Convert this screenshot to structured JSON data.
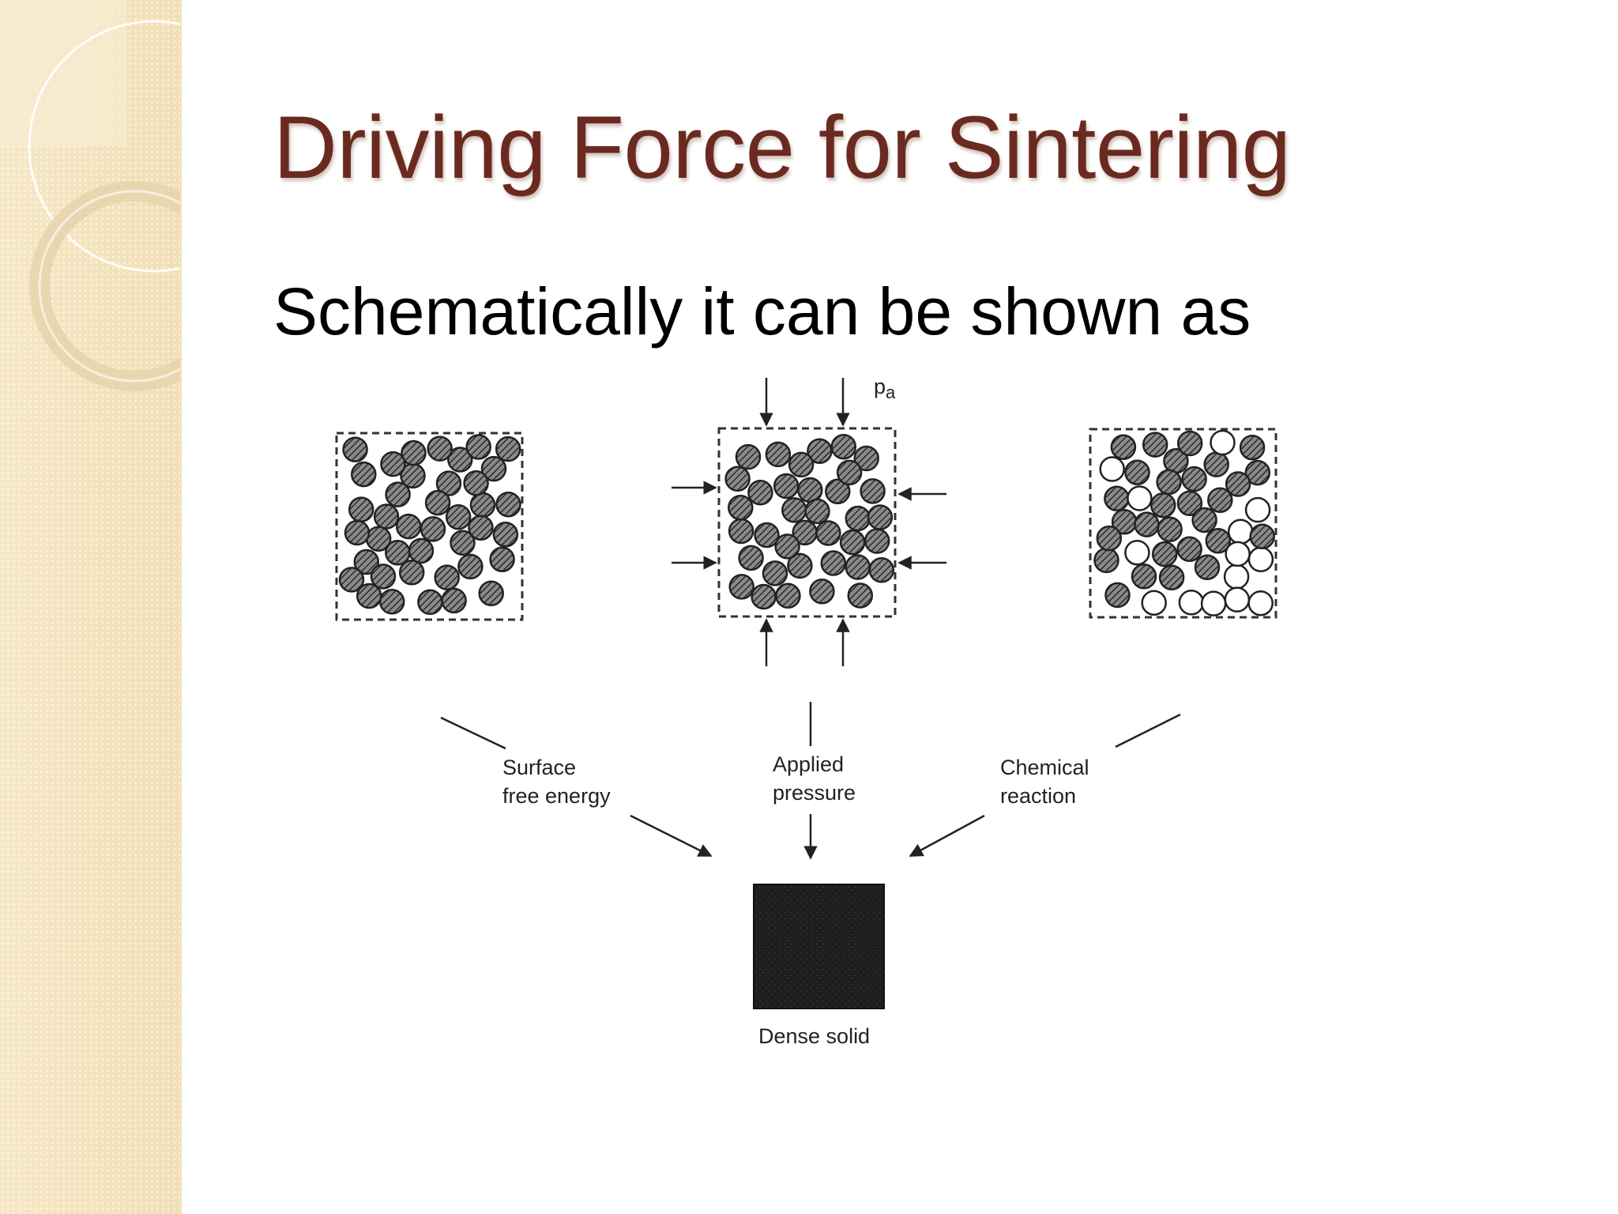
{
  "slide": {
    "title": "Driving Force for Sintering",
    "subtitle": "Schematically it can be shown as"
  },
  "diagram": {
    "pressure_symbol": "p",
    "pressure_subscript": "a",
    "labels": {
      "surface_line1": "Surface",
      "surface_line2": "free energy",
      "pressure_line1": "Applied",
      "pressure_line2": "pressure",
      "chemical_line1": "Chemical",
      "chemical_line2": "reaction",
      "dense": "Dense solid"
    }
  },
  "colors": {
    "title": "#6b2a20",
    "sidebar": "#f3e3bf",
    "particle": "#3a3a3a",
    "dense_solid": "#1e1e1e"
  }
}
